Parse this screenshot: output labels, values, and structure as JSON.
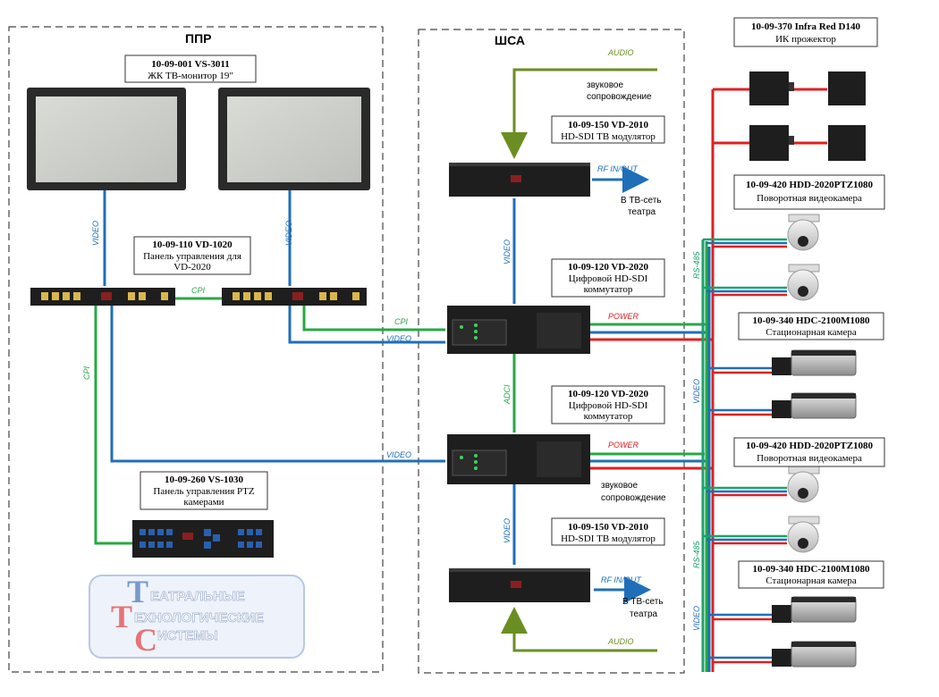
{
  "zones": {
    "ppr": "ППР",
    "sha": "ШСА"
  },
  "devices": {
    "monitor": {
      "code": "10-09-001  VS-3011",
      "desc": "ЖК ТВ-монитор 19\""
    },
    "panel_vd1020": {
      "code": "10-09-110  VD-1020",
      "desc1": "Панель управления для",
      "desc2": "VD-2020"
    },
    "panel_ptz": {
      "code": "10-09-260  VS-1030",
      "desc1": "Панель управления PTZ",
      "desc2": "камерами"
    },
    "modulator_top": {
      "code": "10-09-150  VD-2010",
      "desc": "HD-SDI ТВ модулятор"
    },
    "switch_1": {
      "code": "10-09-120  VD-2020",
      "desc1": "Цифровой HD-SDI",
      "desc2": "коммутатор"
    },
    "switch_2": {
      "code": "10-09-120  VD-2020",
      "desc1": "Цифровой HD-SDI",
      "desc2": "коммутатор"
    },
    "modulator_bottom": {
      "code": "10-09-150  VD-2010",
      "desc": "HD-SDI ТВ модулятор"
    },
    "ir": {
      "code": "10-09-370  Infra Red D140",
      "desc": "ИК прожектор"
    },
    "ptz_cam_1": {
      "code": "10-09-420  HDD-2020PTZ1080",
      "desc": "Поворотная видеокамера"
    },
    "fixed_cam_1": {
      "code": "10-09-340  HDC-2100M1080",
      "desc": "Стационарная камера"
    },
    "ptz_cam_2": {
      "code": "10-09-420  HDD-2020PTZ1080",
      "desc": "Поворотная видеокамера"
    },
    "fixed_cam_2": {
      "code": "10-09-340  HDC-2100M1080",
      "desc": "Стационарная камера"
    }
  },
  "signals": {
    "video": "VIDEO",
    "cpi": "CPI",
    "audio": "AUDIO",
    "power": "POWER",
    "rf": "RF IN/OUT",
    "adci": "ADCI",
    "rs485": "RS-485"
  },
  "notes": {
    "sound_top1": "звуковое",
    "sound_top2": "сопровождение",
    "sound_mid1": "звуковое",
    "sound_mid2": "сопровождение",
    "tvnet_top1": "В ТВ-сеть",
    "tvnet_top2": "театра",
    "tvnet_bottom1": "В ТВ-сеть",
    "tvnet_bottom2": "театра"
  },
  "logo": {
    "line1": "ЕАТРАЛЬНЫЕ",
    "line2": "ЕХНОЛОГИЧЕСКИЕ",
    "line3": "ИСТЕМЫ"
  },
  "colors": {
    "video": "#1f6fb8",
    "cpi": "#27a845",
    "audio": "#6b8e23",
    "power": "#e02020",
    "rs485": "#1aa36a",
    "device": "#1e1e1e"
  }
}
